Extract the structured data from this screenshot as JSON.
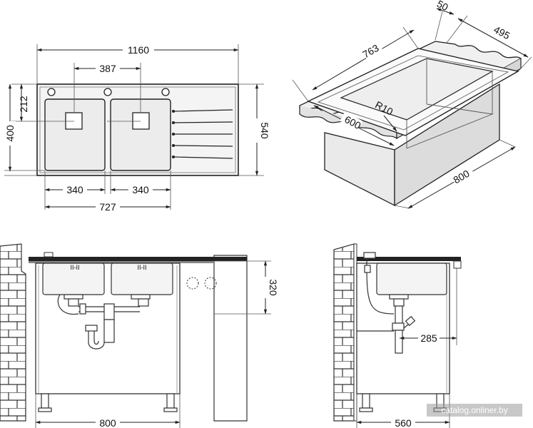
{
  "top_view": {
    "width": "1160",
    "bowl_spacing": "387",
    "offset_212": "212",
    "bowl_height": "400",
    "total_depth": "540",
    "bowl_left_width": "340",
    "bowl_right_width": "340",
    "bowls_total": "727"
  },
  "iso_view": {
    "thickness": "50",
    "length": "763",
    "depth": "495",
    "radius": "R10",
    "front_depth": "600",
    "cabinet_width": "800"
  },
  "front_view": {
    "bowl_depth": "320",
    "cabinet_width": "800"
  },
  "side_view": {
    "pipe_offset": "285",
    "cabinet_depth": "560"
  },
  "watermark": "catalog.onliner.by"
}
